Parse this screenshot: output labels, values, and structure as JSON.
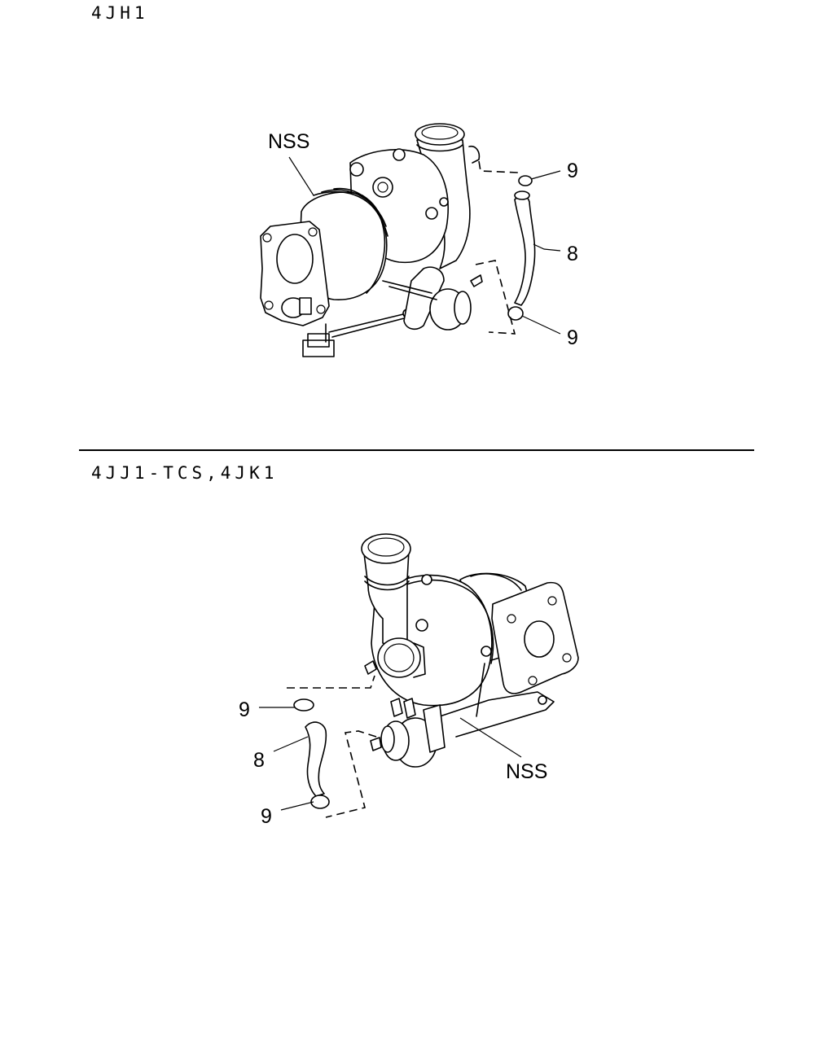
{
  "sections": [
    {
      "title": "4JH1",
      "callouts": {
        "nss": "NSS",
        "clip_upper": "9",
        "hose": "8",
        "clip_lower": "9"
      }
    },
    {
      "title": "4JJ1-TCS,4JK1",
      "callouts": {
        "nss": "NSS",
        "clip_upper": "9",
        "hose": "8",
        "clip_lower": "9"
      }
    }
  ]
}
